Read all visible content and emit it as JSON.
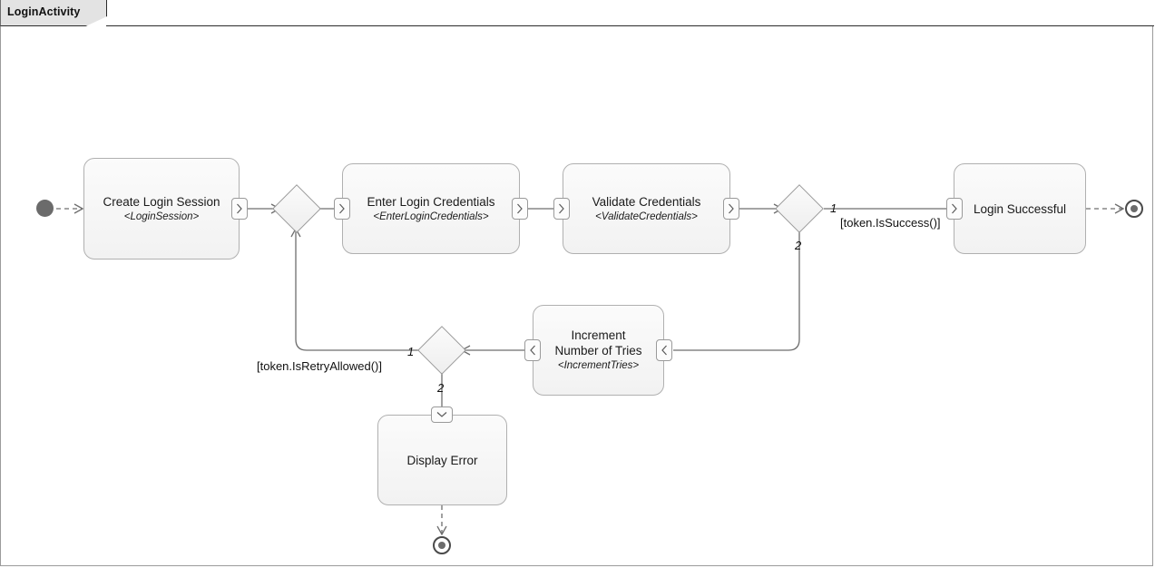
{
  "diagram": {
    "title": "LoginActivity",
    "type": "uml-activity-diagram",
    "colors": {
      "node_fill_top": "#fbfbfb",
      "node_fill_bottom": "#f2f2f2",
      "node_border": "#b0b0b0",
      "edge": "#6e6e6e",
      "initial_node": "#6b6b6b",
      "final_node_ring": "#4a4a4a",
      "title_tab_fill": "#e3e3e3",
      "canvas": "#ffffff"
    }
  },
  "nodes": {
    "initial": {
      "name": "initial-node",
      "label": ""
    },
    "create_login_session": {
      "name": "Create Login Session",
      "stereotype": "<LoginSession>"
    },
    "enter_login_credentials": {
      "name": "Enter Login Credentials",
      "stereotype": "<EnterLoginCredentials>"
    },
    "validate_credentials": {
      "name": "Validate Credentials",
      "stereotype": "<ValidateCredentials>"
    },
    "login_successful": {
      "name": "Login Successful",
      "stereotype": ""
    },
    "increment_tries": {
      "name": "Increment\nNumber of Tries",
      "stereotype": "<IncrementTries>"
    },
    "display_error": {
      "name": "Display Error",
      "stereotype": ""
    },
    "merge_retry": {
      "name": "merge-node",
      "label": ""
    },
    "decision_success": {
      "name": "decision-node",
      "label": ""
    },
    "decision_retry": {
      "name": "decision-node",
      "label": ""
    },
    "final_success": {
      "name": "final-node",
      "label": ""
    },
    "final_error": {
      "name": "final-node",
      "label": ""
    }
  },
  "edges": {
    "success_branch_number": "1",
    "success_fail_branch_number": "2",
    "success_guard": "[token.IsSuccess()]",
    "retry_branch_number": "1",
    "retry_else_branch_number": "2",
    "retry_guard": "[token.IsRetryAllowed()]"
  },
  "pins": {
    "chevron_right": ">",
    "chevron_left": "<",
    "chevron_down": "v"
  }
}
